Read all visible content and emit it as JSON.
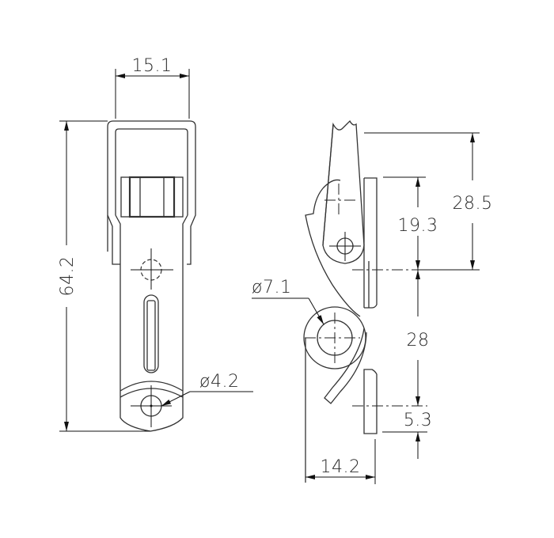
{
  "drawing": {
    "subject": "toggle latch technical drawing",
    "front_view": {
      "width_dim": "15.1",
      "height_dim": "64.2",
      "hole_dim": "ø4.2"
    },
    "side_view": {
      "pivot_dim": "ø7.1",
      "height_top_dim": "28.5",
      "arm_dim": "19.3",
      "spacing_dim": "28",
      "bottom_dim": "5.3",
      "depth_dim": "14.2"
    },
    "colors": {
      "line": "#333333",
      "text": "#2a2a2a",
      "background": "#ffffff"
    }
  }
}
